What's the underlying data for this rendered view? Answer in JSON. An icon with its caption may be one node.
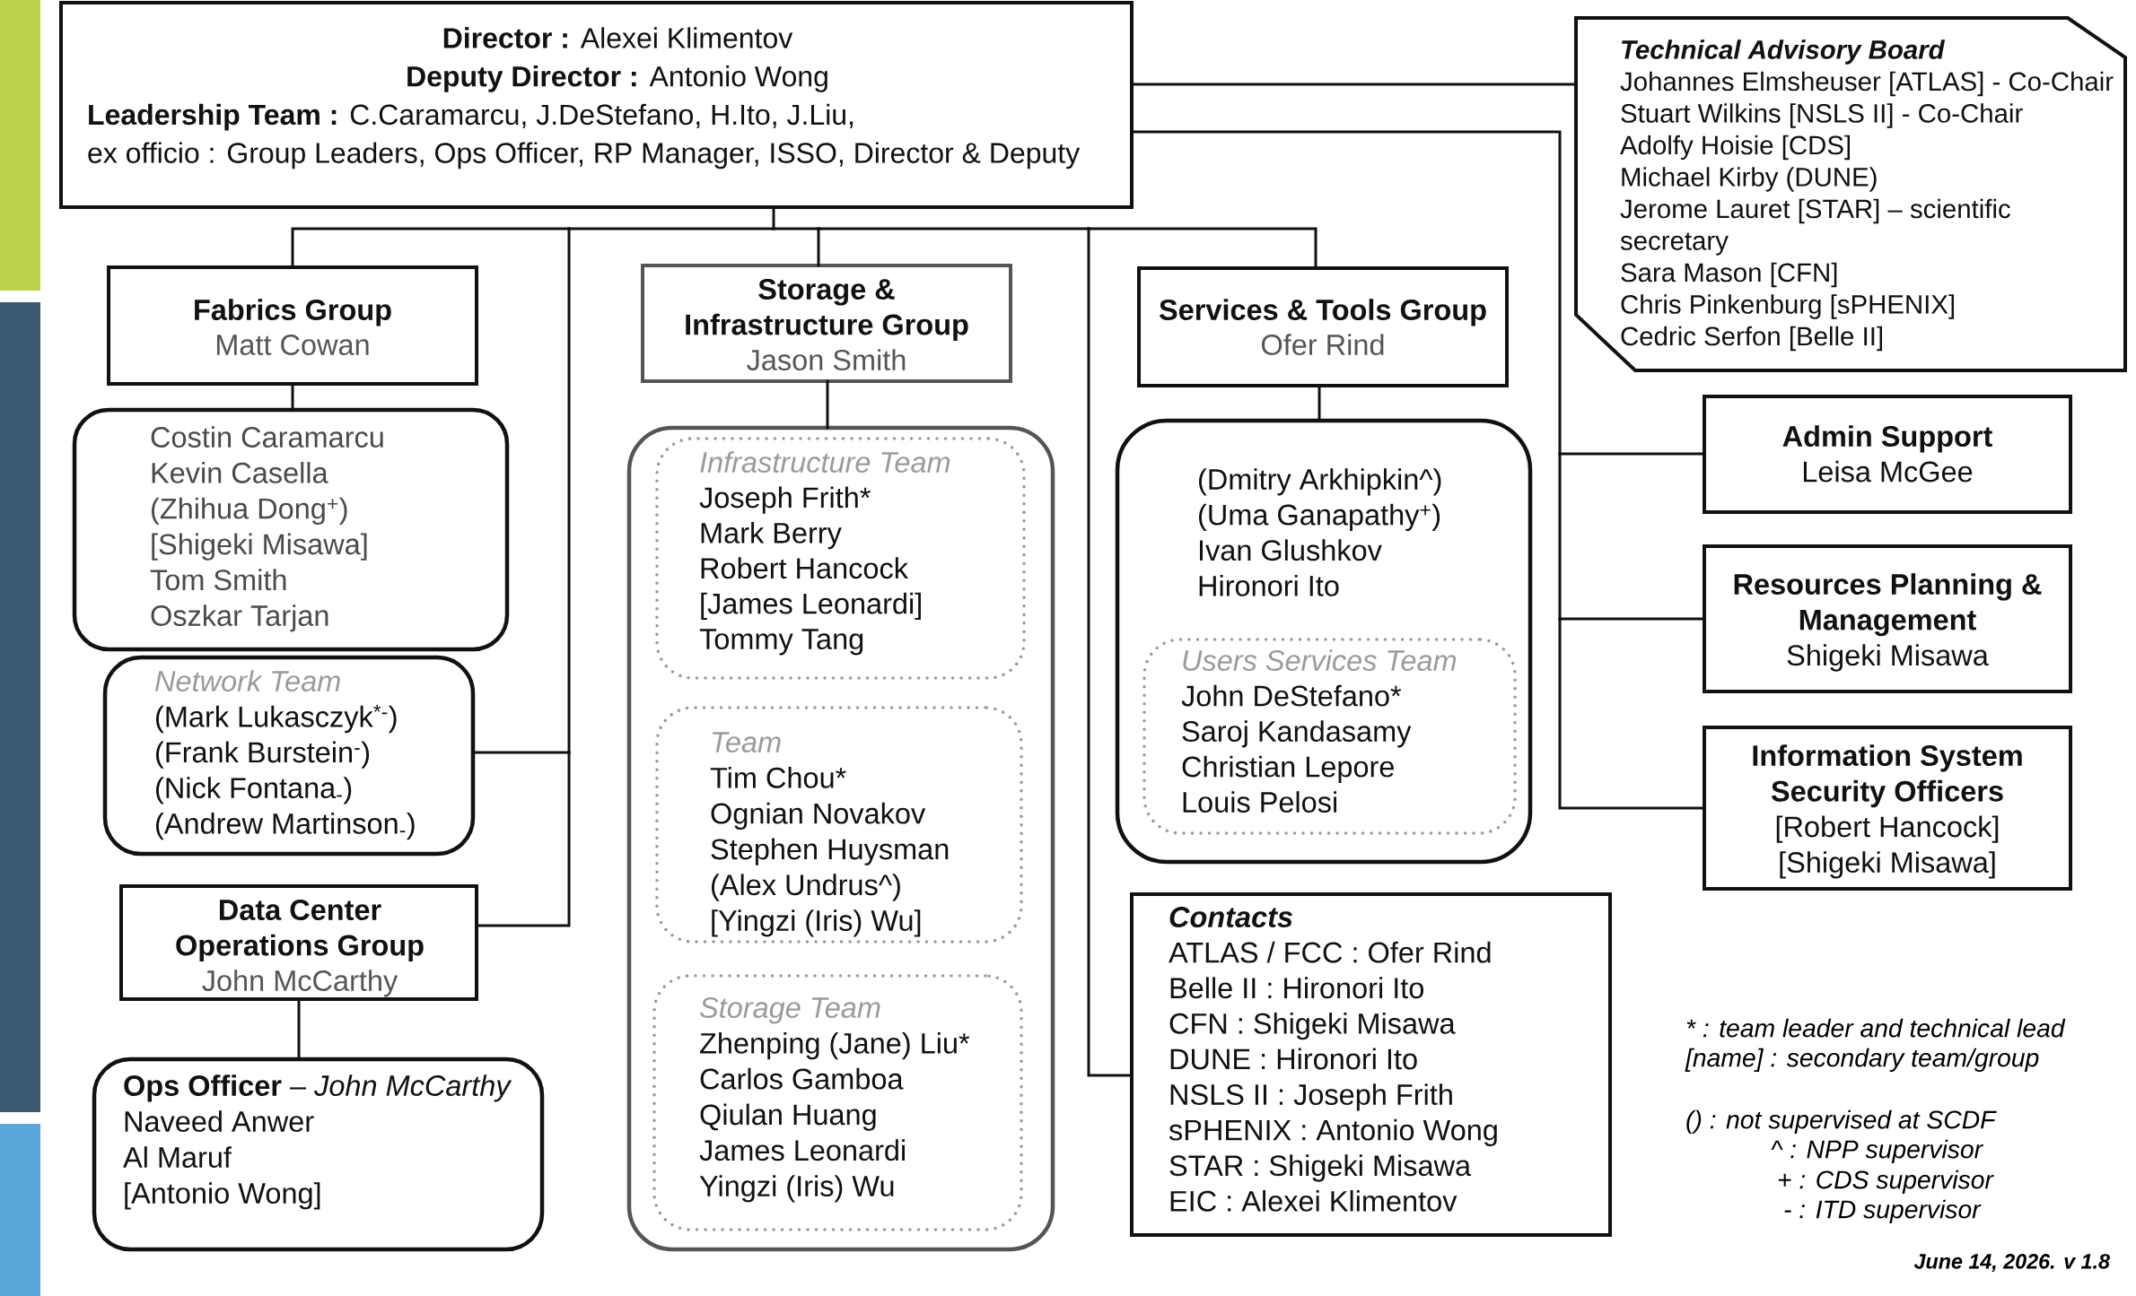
{
  "diagram": {
    "nodes": [
      {
        "text": [
          "**Director :** Alexei Klimentov",
          "**Deputy Director :** Antonio Wong",
          "**Leadership Team :** C.Caramarcu, J.DeStefano, H.Ito, J.Liu,",
          "ex officio : Group Leaders, Ops Officer, RP Manager, ISSO, Director & Deputy"
        ]
      },
      {
        "text": [
          "Fabrics Group",
          "Matt Cowan"
        ]
      },
      {
        "text": [
          "Costin Caramarcu",
          "Kevin Casella",
          "(Zhihua Dong$^{+}$)",
          "[Shigeki Misawa]",
          "Tom Smith",
          "Oszkar Tarjan"
        ]
      },
      {
        "text": [
          "Network Team",
          "(Mark Lukasczyk$^{*-}$)",
          "(Frank Burstein$^{-}$)",
          "(Nick Fontana$_{-}$)",
          "(Andrew Martinson$_{-}$)"
        ]
      },
      {
        "text": [
          "Data Center Operations Group",
          "John McCarthy"
        ]
      },
      {
        "text": [
          "**Ops Officer** – *John McCarthy*",
          "Naveed Anwer",
          "Al Maruf",
          "[Antonio Wong]"
        ]
      },
      {
        "text": [
          "Storage & Infrastructure Group",
          "Jason Smith"
        ]
      },
      {
        "text": [],
        "shape": "box"
      },
      {
        "text": [
          "Infrastructure Team",
          "Joseph Frith*",
          "Mark Berry",
          "Robert Hancock",
          "[James Leonardi]",
          "Tommy Tang"
        ],
        "in": 7
      },
      {
        "text": [
          "Team",
          "Tim Chou*",
          "Ognian Novakov",
          "Stephen Huysman",
          "(Alex Undrus^)",
          "[Yingzi (Iris) Wu]"
        ],
        "in": 7
      },
      {
        "text": [
          "Storage Team",
          "Zhenping (Jane) Liu*",
          "Carlos Gamboa",
          "Qiulan Huang",
          "James Leonardi",
          "Yingzi (Iris) Wu"
        ],
        "in": 7
      },
      {
        "text": [
          "Services & Tools Group",
          "Ofer Rind"
        ]
      },
      {
        "text": [
          "(Dmitry Arkhipkin^)",
          "(Uma Ganapathy$^{+}$)",
          "Ivan Glushkov",
          "Hironori Ito"
        ]
      },
      {
        "text": [
          "Users Services Team",
          "John DeStefano*",
          "Saroj Kandasamy",
          "Christian Lepore",
          "Louis Pelosi"
        ],
        "in": 12
      },
      {
        "text": [
          "Contacts",
          "ATLAS / FCC : Ofer Rind",
          "Belle II : Hironori Ito",
          "CFN : Shigeki Misawa",
          "DUNE : Hironori Ito",
          "NSLS II : Joseph Frith",
          "sPHENIX : Antonio Wong",
          "STAR : Shigeki Misawa",
          "EIC : Alexei Klimentov"
        ]
      },
      {
        "text": [
          "Technical Advisory Board",
          "Johannes Elmsheuser [ATLAS] - Co-Chair",
          "Stuart Wilkins [NSLS II] - Co-Chair",
          "Adolfy Hoisie [CDS]",
          "Michael Kirby (DUNE)",
          "Jerome Lauret [STAR] – scientific secretary",
          "Sara Mason [CFN]",
          "Chris Pinkenburg [sPHENIX]",
          "Cedric Serfon [Belle II]"
        ]
      },
      {
        "text": [
          "Admin Support",
          "Leisa McGee"
        ]
      },
      {
        "text": [
          "Resources Planning & Management",
          "Shigeki Misawa"
        ]
      },
      {
        "text": [
          "Information System Security Officers",
          "[Robert Hancock]",
          "[Shigeki Misawa]"
        ]
      }
    ],
    "edges": [
      {
        "from": 0,
        "to": 1,
        "arrow": "none"
      },
      {
        "from": 0,
        "to": 6,
        "arrow": "none"
      },
      {
        "from": 0,
        "to": 11,
        "arrow": "none"
      },
      {
        "from": 0,
        "to": 3,
        "arrow": "none"
      },
      {
        "from": 0,
        "to": 4,
        "arrow": "none"
      },
      {
        "from": 0,
        "to": 14,
        "arrow": "none"
      },
      {
        "from": 0,
        "to": 15,
        "arrow": "none"
      },
      {
        "from": 0,
        "to": 16,
        "arrow": "none"
      },
      {
        "from": 0,
        "to": 17,
        "arrow": "none"
      },
      {
        "from": 0,
        "to": 18,
        "arrow": "none"
      },
      {
        "from": 1,
        "to": 2,
        "arrow": "none"
      },
      {
        "from": 6,
        "to": 7,
        "arrow": "none"
      },
      {
        "from": 11,
        "to": 12,
        "arrow": "none"
      },
      {
        "from": 4,
        "to": 5,
        "arrow": "none"
      }
    ],
    "labels": [
      "* : team leader and technical lead",
      "[name] : secondary team/group",
      "() : not supervised at SCDF",
      "^ : NPP supervisor",
      "+ : CDS supervisor",
      "- : ITD supervisor",
      "June 14, 2026. v 1.8"
    ]
  }
}
